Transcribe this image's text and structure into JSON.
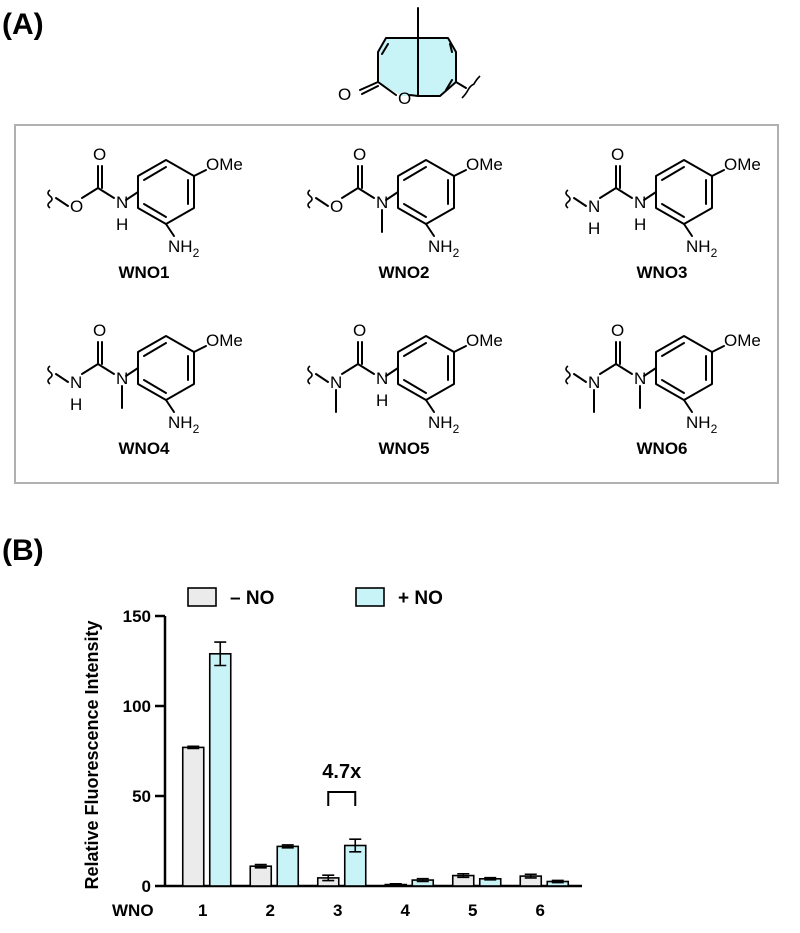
{
  "panels": {
    "a_label": "(A)",
    "b_label": "(B)"
  },
  "structures": {
    "coumarin": {
      "atoms": [
        "O",
        "O"
      ]
    },
    "compounds": [
      {
        "name": "WNO1",
        "ome": "OMe",
        "nh2": "NH",
        "nh2_sub": "2",
        "left_atom": "O",
        "carbonyl_o": "O",
        "n_label": "N",
        "n_h": "H"
      },
      {
        "name": "WNO2",
        "ome": "OMe",
        "nh2": "NH",
        "nh2_sub": "2",
        "left_atom": "O",
        "carbonyl_o": "O",
        "n_label": "N"
      },
      {
        "name": "WNO3",
        "ome": "OMe",
        "nh2": "NH",
        "nh2_sub": "2",
        "left_atom": "N",
        "left_h": "H",
        "carbonyl_o": "O",
        "n_label": "N",
        "n_h": "H"
      },
      {
        "name": "WNO4",
        "ome": "OMe",
        "nh2": "NH",
        "nh2_sub": "2",
        "left_atom": "N",
        "left_h": "H",
        "carbonyl_o": "O",
        "n_label": "N"
      },
      {
        "name": "WNO5",
        "ome": "OMe",
        "nh2": "NH",
        "nh2_sub": "2",
        "left_atom": "N",
        "carbonyl_o": "O",
        "n_label": "N",
        "n_h": "H"
      },
      {
        "name": "WNO6",
        "ome": "OMe",
        "nh2": "NH",
        "nh2_sub": "2",
        "left_atom": "N",
        "carbonyl_o": "O",
        "n_label": "N"
      }
    ]
  },
  "colors": {
    "minus_no": "#ebebeb",
    "plus_no": "#c8f4f8",
    "ring_fill": "#c8f4f8",
    "frame": "#b0b0b0"
  },
  "chart_data": {
    "type": "bar",
    "ylabel": "Relative Fluorescence Intensity",
    "xlabel": "WNO",
    "categories": [
      "1",
      "2",
      "3",
      "4",
      "5",
      "6"
    ],
    "ylim": [
      0,
      150
    ],
    "yticks": [
      0,
      50,
      100,
      150
    ],
    "legend_position": "top",
    "series": [
      {
        "name": "– NO",
        "values": [
          77,
          11,
          4.5,
          0.8,
          5.8,
          5.5
        ],
        "errors": [
          0.6,
          0.9,
          1.5,
          0.4,
          1.0,
          1.0
        ]
      },
      {
        "name": "+ NO",
        "values": [
          129,
          22,
          22.5,
          3.3,
          4.0,
          2.5
        ],
        "errors": [
          6.5,
          0.8,
          3.5,
          0.8,
          0.6,
          0.6
        ]
      }
    ],
    "annotation": {
      "text": "4.7x",
      "category": "3"
    }
  }
}
